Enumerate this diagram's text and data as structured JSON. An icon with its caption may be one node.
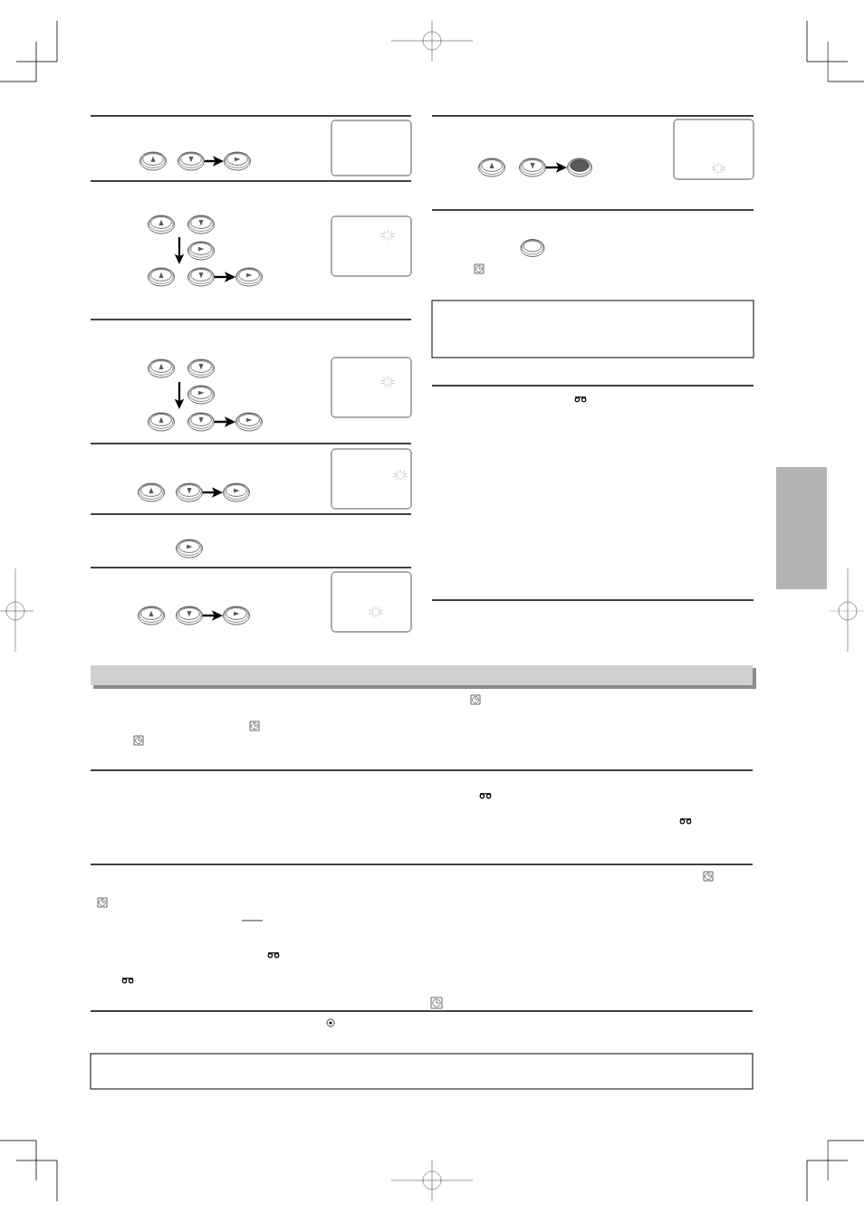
{
  "diagram": {
    "nodes": [
      {
        "text": [],
        "shape": "oval"
      },
      {
        "text": [],
        "shape": "oval"
      },
      {
        "text": [],
        "shape": "oval"
      },
      {
        "text": [],
        "shape": "box"
      },
      {
        "text": [],
        "shape": "oval"
      },
      {
        "text": [],
        "shape": "oval"
      },
      {
        "text": [],
        "shape": "oval"
      },
      {
        "text": [],
        "shape": "oval"
      },
      {
        "text": [],
        "shape": "oval"
      },
      {
        "text": [],
        "shape": "oval"
      },
      {
        "text": [],
        "shape": "box"
      },
      {
        "text": [],
        "shape": "oval"
      },
      {
        "text": [],
        "shape": "oval"
      },
      {
        "text": [],
        "shape": "oval"
      },
      {
        "text": [],
        "shape": "oval"
      },
      {
        "text": [],
        "shape": "oval"
      },
      {
        "text": [],
        "shape": "oval"
      },
      {
        "text": [],
        "shape": "box"
      },
      {
        "text": [],
        "shape": "oval"
      },
      {
        "text": [],
        "shape": "oval"
      },
      {
        "text": [],
        "shape": "oval"
      },
      {
        "text": [],
        "shape": "box"
      },
      {
        "text": [],
        "shape": "oval"
      },
      {
        "text": [],
        "shape": "oval"
      },
      {
        "text": [],
        "shape": "oval"
      },
      {
        "text": [],
        "shape": "oval"
      },
      {
        "text": [],
        "shape": "box"
      },
      {
        "text": [],
        "shape": "oval"
      },
      {
        "text": [],
        "shape": "oval"
      },
      {
        "text": [],
        "shape": "oval"
      },
      {
        "text": [],
        "shape": "box"
      },
      {
        "text": [],
        "shape": "oval"
      },
      {
        "text": [],
        "shape": "box"
      },
      {
        "text": [],
        "shape": "bar"
      },
      {
        "text": [],
        "shape": "bar"
      },
      {
        "text": [],
        "shape": "box"
      }
    ],
    "edges": [
      {
        "from": 1,
        "to": 2,
        "arrow": "to"
      },
      {
        "from": 8,
        "to": 9,
        "arrow": "to"
      },
      {
        "from": 15,
        "to": 16,
        "arrow": "to"
      },
      {
        "from": 19,
        "to": 20,
        "arrow": "to"
      },
      {
        "from": 24,
        "to": 25,
        "arrow": "to"
      },
      {
        "from": 28,
        "to": 29,
        "arrow": "to"
      }
    ]
  }
}
